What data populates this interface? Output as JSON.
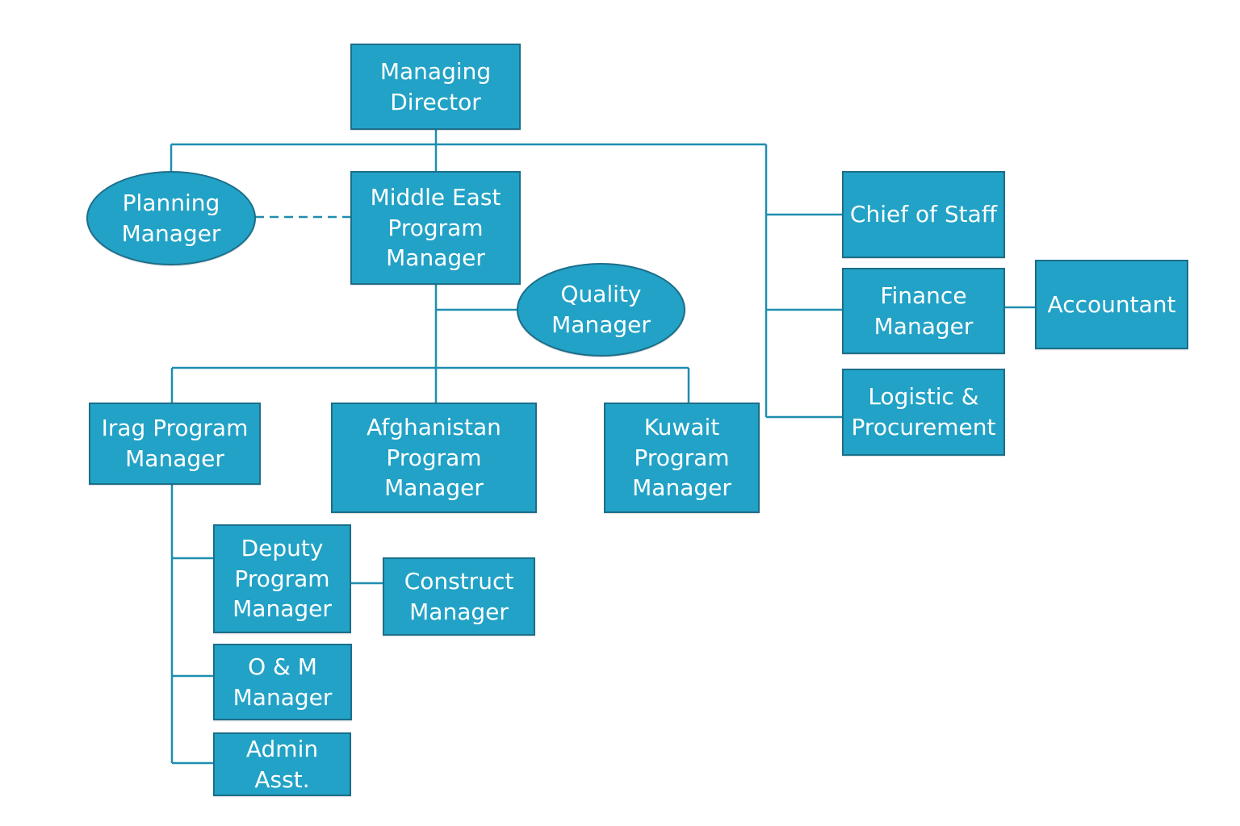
{
  "colors": {
    "node_fill": "#22a2c6",
    "node_border": "#1c6e8a",
    "connector": "#1f8eb0",
    "text": "#ffffff"
  },
  "nodes": {
    "managing_director": "Managing\nDirector",
    "planning_manager": "Planning\nManager",
    "middle_east_program_manager": "Middle East\nProgram\nManager",
    "quality_manager": "Quality\nManager",
    "chief_of_staff": "Chief of Staff",
    "finance_manager": "Finance\nManager",
    "accountant": "Accountant",
    "logistic_procurement": "Logistic &\nProcurement",
    "iraq_program_manager": "Irag Program\nManager",
    "afghanistan_program_manager": "Afghanistan\nProgram\nManager",
    "kuwait_program_manager": "Kuwait\nProgram\nManager",
    "deputy_program_manager": "Deputy\nProgram\nManager",
    "construct_manager": "Construct\nManager",
    "om_manager": "O & M\nManager",
    "admin_asst": "Admin Asst."
  }
}
